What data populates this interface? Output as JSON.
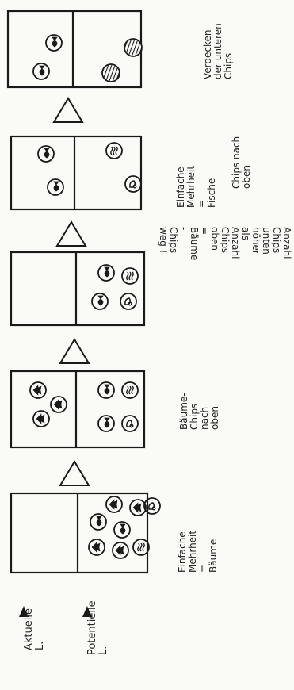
{
  "stages": [
    {
      "label": "Verdecken\nder unteren\nChips",
      "upper_chips": [
        "fish",
        "fish"
      ],
      "lower_chips": [
        "hatched",
        "hatched"
      ]
    },
    {
      "label": "Einfache\nMehrheit\n=\nFische",
      "label2": "Chips nach\noben",
      "upper_chips": [
        "fish",
        "fish"
      ],
      "lower_chips": [
        "wave",
        "leaf"
      ]
    },
    {
      "label": "Anzahl Chips\nunten höher als\nAnzahl Chips\noben = Bäume -\nChips weg !",
      "upper_chips": [],
      "lower_chips": [
        "fish",
        "wave",
        "fish",
        "leaf"
      ]
    },
    {
      "label": "Bäume-\nChips\nnach\noben",
      "upper_chips": [
        "tree",
        "tree",
        "tree"
      ],
      "lower_chips": [
        "fish",
        "wave",
        "fish",
        "leaf"
      ]
    },
    {
      "label": "Einfache\nMehrheit\n=\nBäume",
      "upper_chips": [],
      "lower_chips": [
        "tree",
        "tree",
        "fish",
        "fish",
        "leaf",
        "tree",
        "tree",
        "wave"
      ]
    }
  ],
  "axis": {
    "upper": "Aktuelle\nL.",
    "lower": "Potentielle\nL."
  },
  "colors": {
    "ink": "#1a1a1a",
    "paper": "#fafaf7"
  }
}
